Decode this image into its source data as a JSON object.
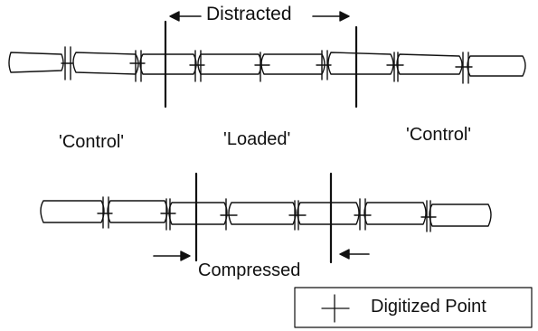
{
  "labels": {
    "distracted": "Distracted",
    "control_left": "'Control'",
    "loaded": "'Loaded'",
    "control_right": "'Control'",
    "compressed": "Compressed"
  },
  "legend": {
    "text": "Digitized Point",
    "marker_icon": "plus-cross-marker-icon"
  },
  "colors": {
    "ink": "#111111",
    "background": "#ffffff"
  }
}
